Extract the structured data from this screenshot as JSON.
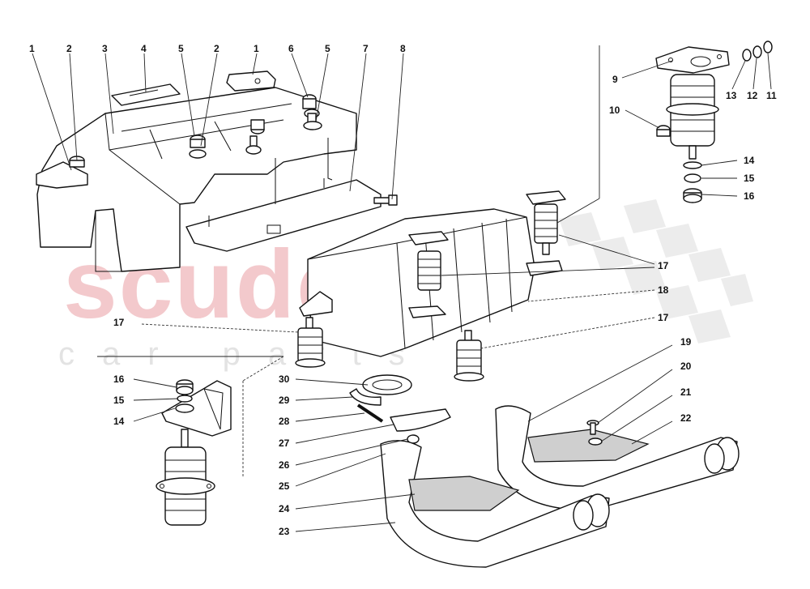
{
  "watermark": {
    "brand": "scuderia",
    "tagline": "car parts"
  },
  "callouts": {
    "c1a": "1",
    "c2a": "2",
    "c3": "3",
    "c4": "4",
    "c5a": "5",
    "c2b": "2",
    "c1b": "1",
    "c6": "6",
    "c5b": "5",
    "c7": "7",
    "c8": "8",
    "c9": "9",
    "c10": "10",
    "c13": "13",
    "c12": "12",
    "c11": "11",
    "c14a": "14",
    "c15a": "15",
    "c16a": "16",
    "c17a": "17",
    "c18": "18",
    "c17b": "17",
    "c17c": "17",
    "c16b": "16",
    "c15b": "15",
    "c14b": "14",
    "c30": "30",
    "c29": "29",
    "c28": "28",
    "c27": "27",
    "c26": "26",
    "c25": "25",
    "c24": "24",
    "c23": "23",
    "c19": "19",
    "c20": "20",
    "c21": "21",
    "c22": "22"
  },
  "colors": {
    "line": "#111111",
    "watermark_red": "#f3c9cc",
    "watermark_grey": "#e3e3e3"
  }
}
